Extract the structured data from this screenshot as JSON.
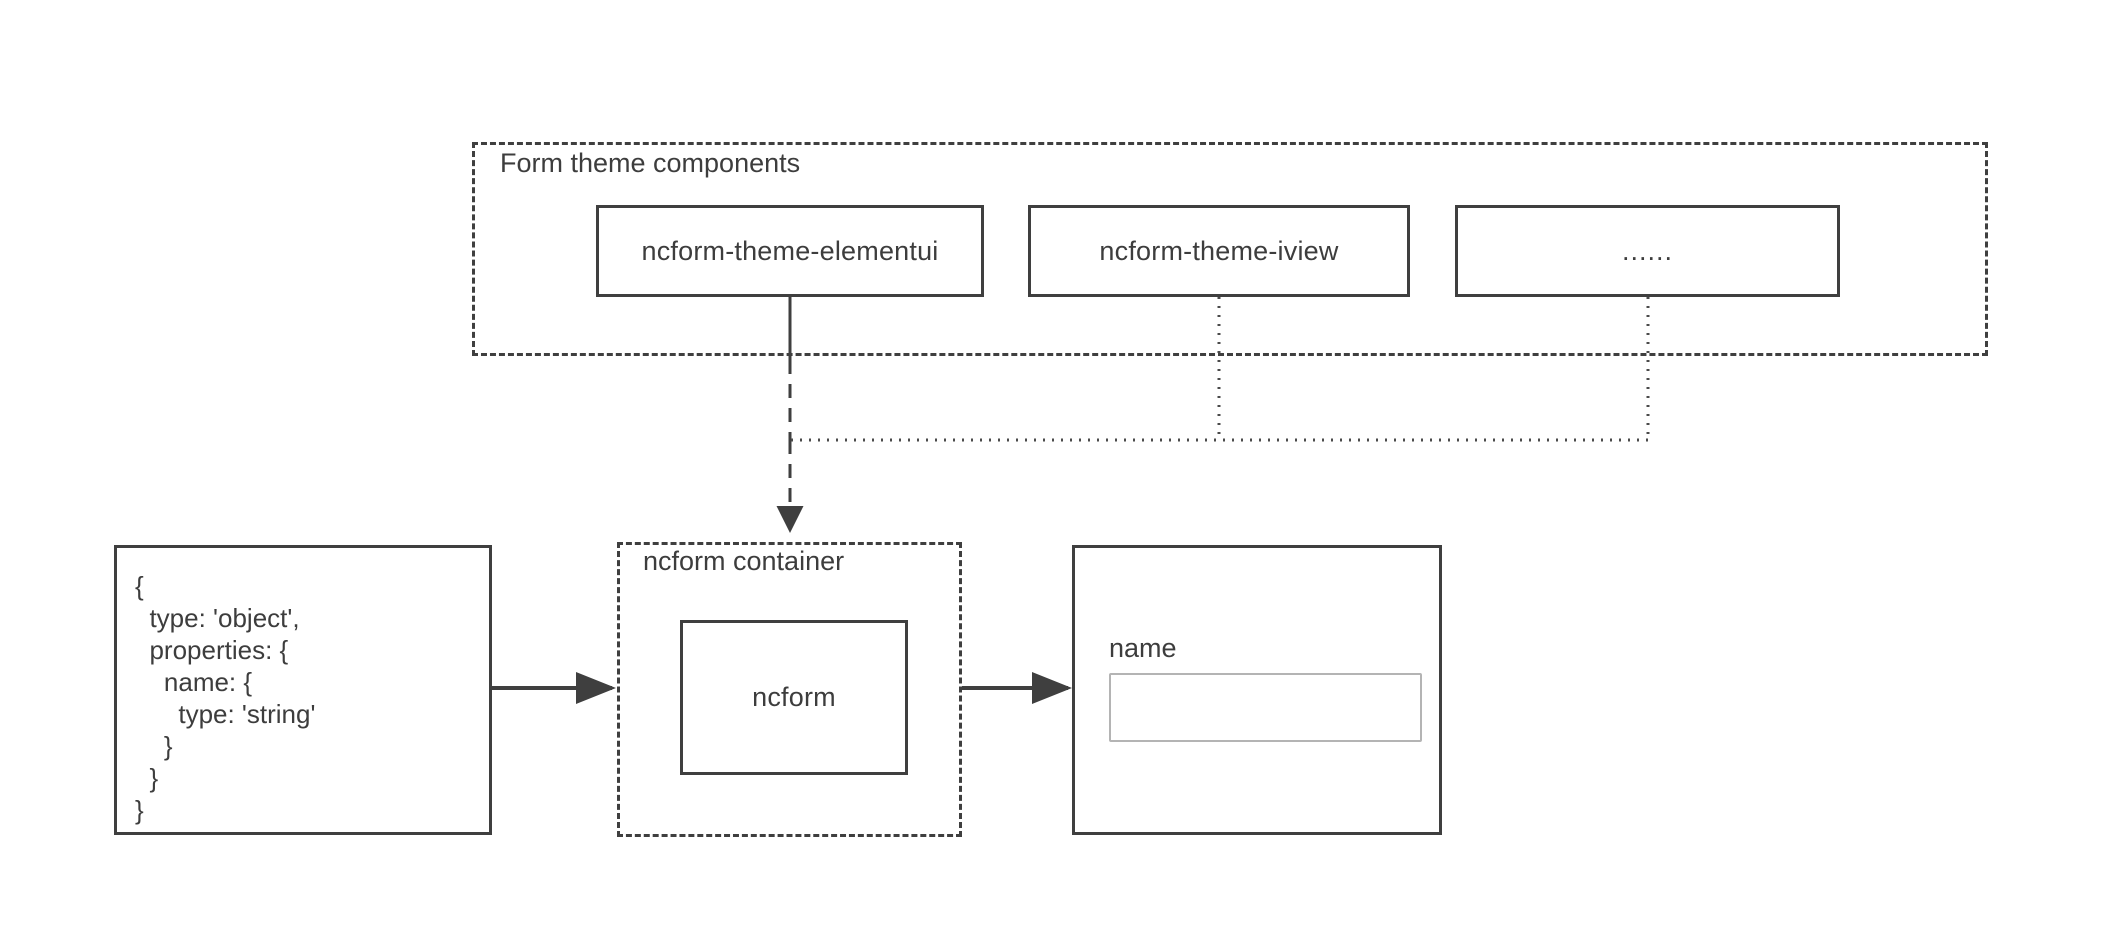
{
  "diagram": {
    "theme_group": {
      "label": "Form theme components",
      "items": [
        {
          "label": "ncform-theme-elementui"
        },
        {
          "label": "ncform-theme-iview"
        },
        {
          "label": "......"
        }
      ]
    },
    "schema_box": {
      "lines": [
        "{",
        "  type: 'object',",
        "  properties: {",
        "    name: {",
        "      type: 'string'",
        "    }",
        "  }",
        "}"
      ]
    },
    "container_group": {
      "label": "ncform container",
      "inner_box_label": "ncform"
    },
    "preview_box": {
      "field_label": "name",
      "field_value": "",
      "field_placeholder": ""
    },
    "colors": {
      "stroke": "#3f3f3f",
      "text": "#3d3d3d",
      "input_border": "#b4b4b4",
      "background": "#ffffff"
    }
  }
}
